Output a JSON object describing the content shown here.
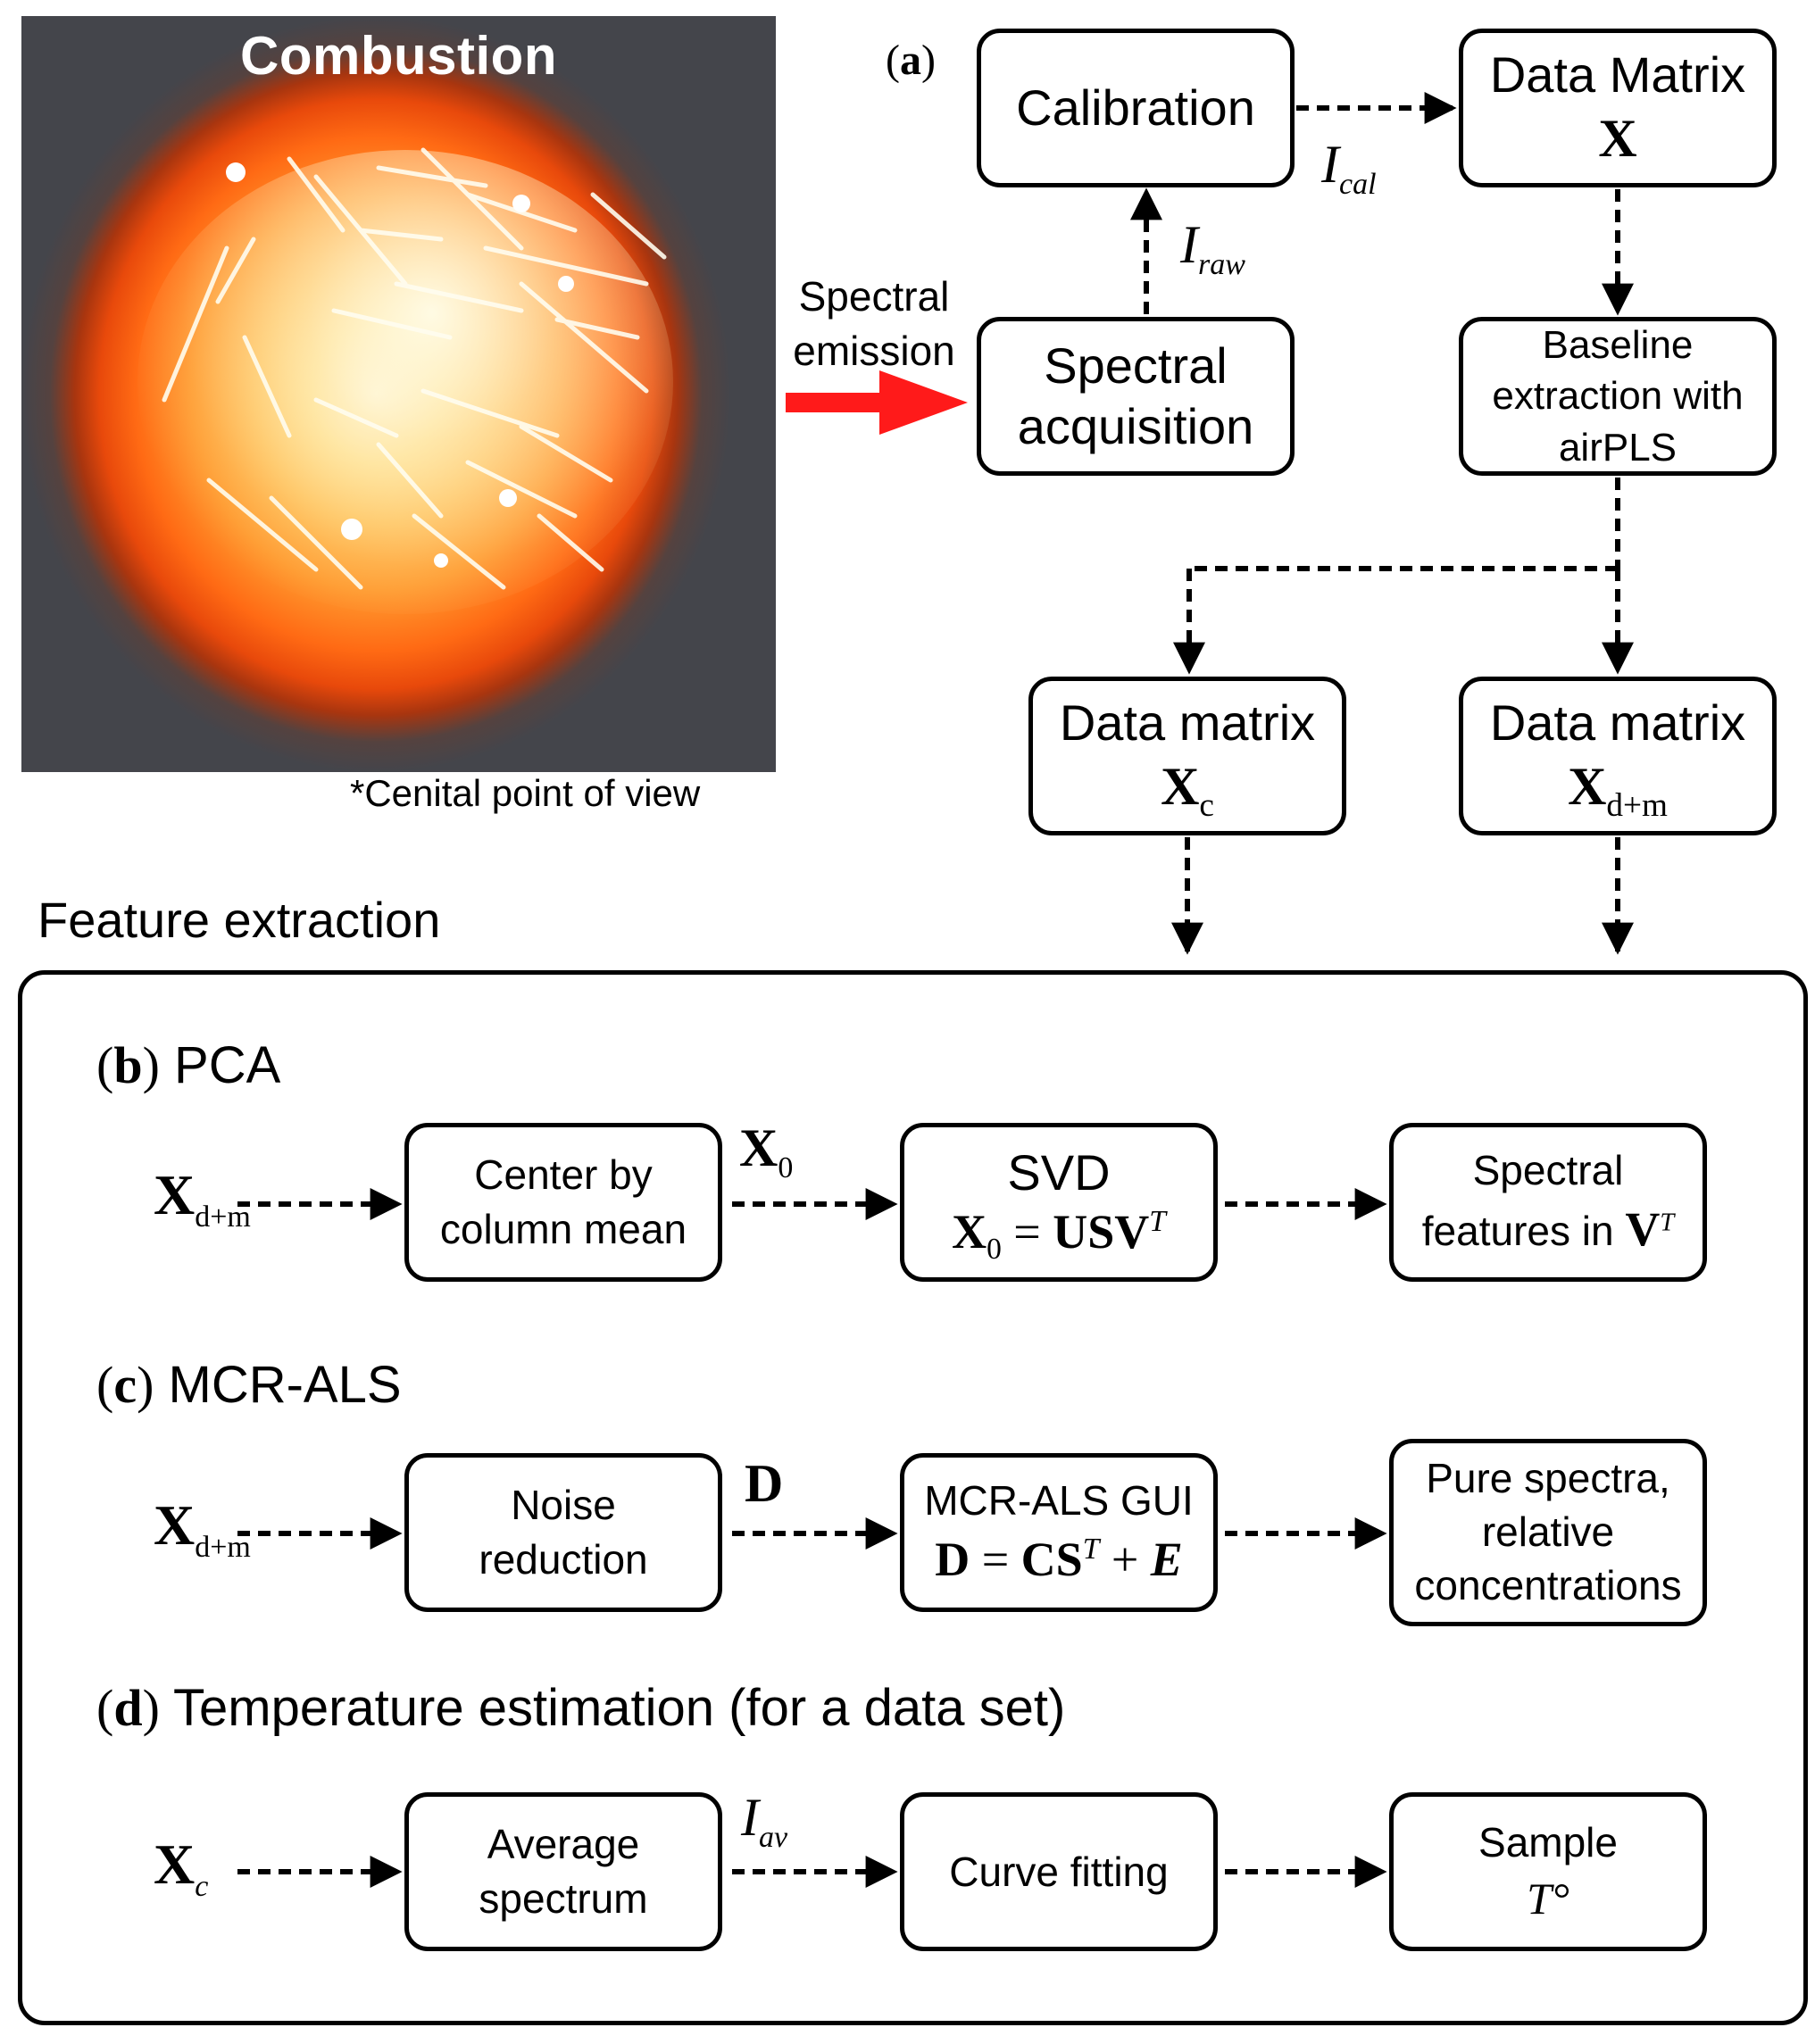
{
  "photo": {
    "title": "Combustion",
    "caption": "*Cenital point of view"
  },
  "part_a": {
    "label_letter": "a",
    "spectral_emission": [
      "Spectral",
      "emission"
    ],
    "spectral_acquisition": [
      "Spectral",
      "acquisition"
    ],
    "calibration": "Calibration",
    "data_matrix_x_title": "Data Matrix",
    "data_matrix_x_symbol": "X",
    "i_raw": {
      "base": "I",
      "sub": "raw"
    },
    "i_cal": {
      "base": "I",
      "sub": "cal"
    },
    "baseline": [
      "Baseline",
      "extraction with",
      "airPLS"
    ],
    "data_matrix_c_title": "Data matrix",
    "data_matrix_c_symbol": {
      "base": "X",
      "sub": "c"
    },
    "data_matrix_dm_title": "Data matrix",
    "data_matrix_dm_symbol": {
      "base": "X",
      "sub": "d+m"
    }
  },
  "feature_extraction": {
    "title": "Feature extraction",
    "pca": {
      "letter": "b",
      "title": "PCA",
      "input": {
        "base": "X",
        "sub": "d+m"
      },
      "step1": [
        "Center by",
        "column mean"
      ],
      "edge1": {
        "base": "X",
        "sub": "0"
      },
      "step2_title": "SVD",
      "step2_eq": {
        "lhs": "X",
        "lhs_sub": "0",
        "eq": " = ",
        "rhs": "USV",
        "rhs_sup": "T"
      },
      "step3": {
        "line1": "Spectral",
        "line2": "features in ",
        "sym": "V",
        "sup": "T"
      }
    },
    "mcr": {
      "letter": "c",
      "title": "MCR-ALS",
      "input": {
        "base": "X",
        "sub": "d+m"
      },
      "step1": [
        "Noise",
        "reduction"
      ],
      "edge1": "D",
      "step2_title": "MCR-ALS GUI",
      "step2_eq": {
        "a": "D",
        "eq": " = ",
        "b": "CS",
        "b_sup": "T",
        "plus": " + ",
        "c": "E"
      },
      "step3": [
        "Pure spectra,",
        "relative",
        "concentrations"
      ]
    },
    "temp": {
      "letter": "d",
      "title": "Temperature estimation (for a data set)",
      "input": {
        "base": "X",
        "sub": "c"
      },
      "step1": [
        "Average",
        "spectrum"
      ],
      "edge1": {
        "base": "I",
        "sub": "av"
      },
      "step2": "Curve fitting",
      "step3_line1": "Sample",
      "step3_sym": "T°"
    }
  },
  "colors": {
    "emission_arrow": "#ff1a1a",
    "stroke": "#000000"
  }
}
